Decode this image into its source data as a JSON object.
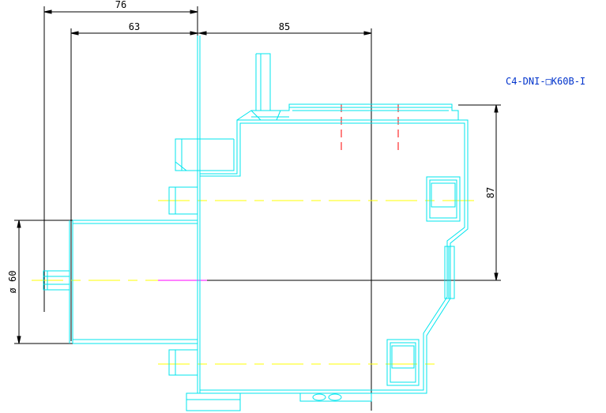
{
  "drawing": {
    "label": "C4-DNI-□K60B-I",
    "dimensions": {
      "overall_depth": "76",
      "front_depth": "63",
      "rear_depth": "85",
      "height": "87",
      "diameter": "ø 60"
    }
  },
  "colors": {
    "outline": "#00e5ee",
    "dimension": "#000000",
    "centerline": "#ffff00",
    "hidden": "#ff0000",
    "label": "#0033cc",
    "accent": "#ff00ff"
  }
}
